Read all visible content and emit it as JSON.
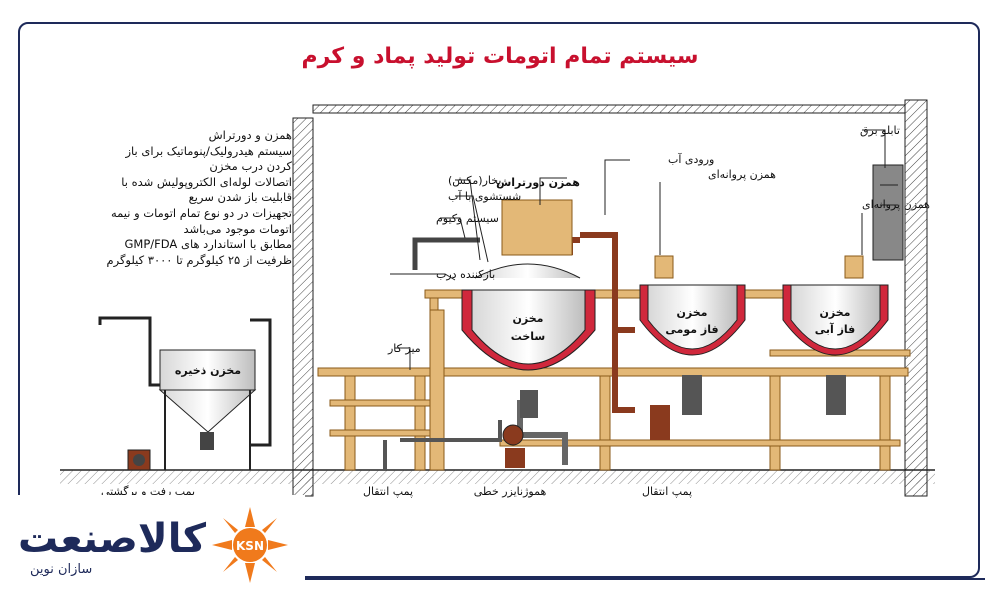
{
  "title": "سیستم تمام اتومات تولید پماد و کرم",
  "features": [
    "همزن و دورتراش",
    "سیستم هیدرولیک/پنوماتیک برای باز",
    "کردن درب مخزن",
    "اتصالات لوله‌ای الکتروپولیش شده با",
    "قابلیت باز شدن سریع",
    "تجهیزات در دو نوع تمام اتومات و نیمه",
    "اتومات موجود می‌باشد",
    "مطابق با استاندارد های GMP/FDA",
    "ظرفیت از ۲۵ کیلوگرم تا ۳۰۰۰ کیلوگرم"
  ],
  "labels": {
    "storage_tank": "مخزن ذخیره",
    "mixing_tank": "مخزن\nساخت",
    "wax_tank": "مخزن\nفاز مومی",
    "water_tank": "مخزن\nفاز آبی",
    "scraper_mixer": "همزن دورتراش",
    "steam_vacuum": "بخار(مکش)",
    "water_wash": "شستشوی با آب",
    "vacuum_system": "سیستم وکیوم",
    "lid_opener": "بازکننده درب",
    "work_table": "میز کار",
    "water_inlet": "ورودی آب",
    "propeller_mixer_1": "همزن پروانه‌ای",
    "propeller_mixer_2": "همزن پروانه‌ای",
    "electric_panel": "تابلو برق",
    "pump_reciprocating": "پمپ رفت و برگشتی",
    "transfer_pump_1": "پمپ انتقال",
    "inline_homogenizer": "هموژنایزر خطی",
    "transfer_pump_2": "پمپ انتقال"
  },
  "logo": {
    "name": "کالاصنعت",
    "subtitle": "سازان نوین",
    "mark": "KSN"
  },
  "colors": {
    "title": "#c8102e",
    "vessel_jacket": "#d0283c",
    "pipe": "#8a3a1e",
    "frame": "#1e2a5a",
    "structure": "#cf8f3e"
  }
}
